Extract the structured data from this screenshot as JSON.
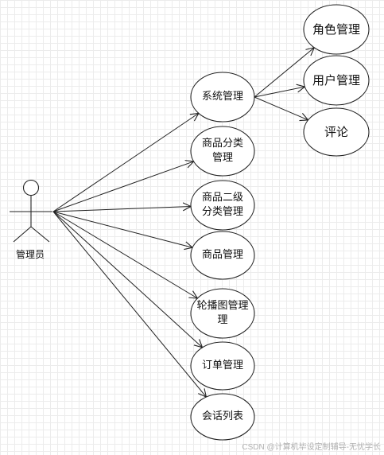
{
  "actor": {
    "label": "管理员"
  },
  "use_cases": [
    {
      "id": "system",
      "label": "系统管理"
    },
    {
      "id": "category",
      "label": "商品分类\n管理"
    },
    {
      "id": "subcategory",
      "label": "商品二级\n分类管理"
    },
    {
      "id": "product",
      "label": "商品管理"
    },
    {
      "id": "carousel",
      "label": "轮播图管理\n理"
    },
    {
      "id": "order",
      "label": "订单管理"
    },
    {
      "id": "session",
      "label": "会话列表"
    }
  ],
  "sub_use_cases": [
    {
      "id": "role",
      "label": "角色管理"
    },
    {
      "id": "user",
      "label": "用户管理"
    },
    {
      "id": "comment",
      "label": "评论"
    }
  ],
  "watermark": "CSDN @计算机毕设定制辅导-无忧学长"
}
